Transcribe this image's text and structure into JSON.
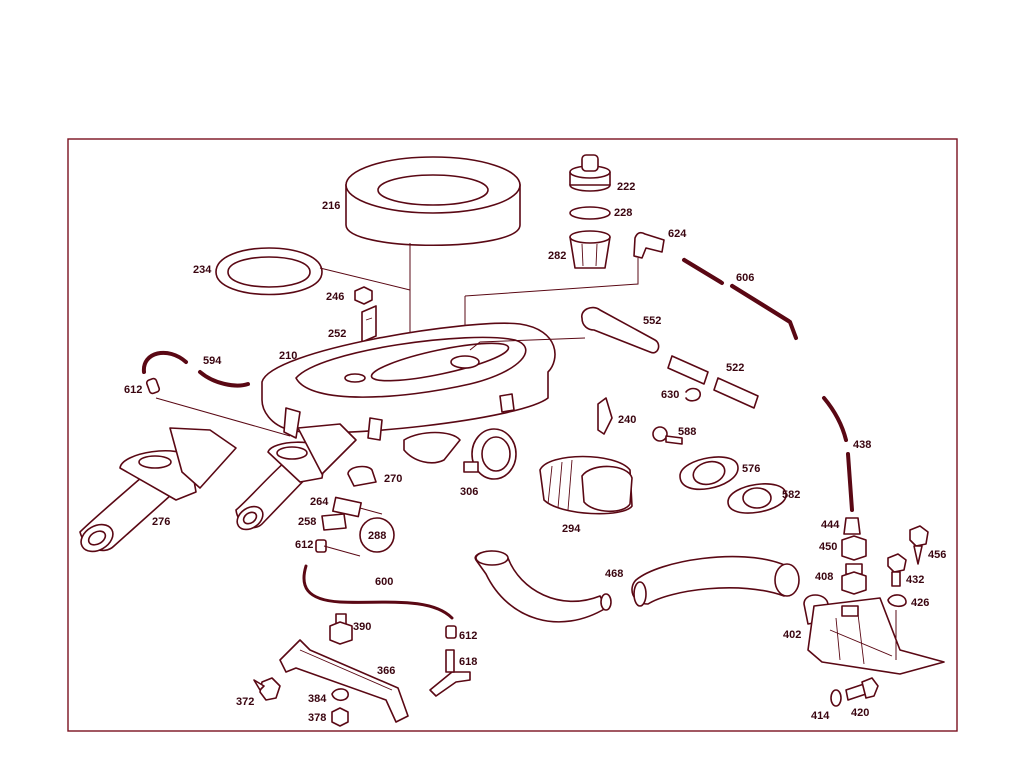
{
  "callouts": {
    "c216": "216",
    "c222": "222",
    "c228": "228",
    "c624": "624",
    "c234": "234",
    "c282": "282",
    "c606": "606",
    "c246": "246",
    "c252": "252",
    "c552": "552",
    "c210": "210",
    "c594": "594",
    "c522": "522",
    "c612a": "612",
    "c630": "630",
    "c240": "240",
    "c588": "588",
    "c438": "438",
    "c576": "576",
    "c582": "582",
    "c270": "270",
    "c306": "306",
    "c276": "276",
    "c294": "294",
    "c264": "264",
    "c258": "258",
    "c288": "288",
    "c612b": "612",
    "c444": "444",
    "c456": "456",
    "c450": "450",
    "c432": "432",
    "c600": "600",
    "c468": "468",
    "c408": "408",
    "c426": "426",
    "c402": "402",
    "c390": "390",
    "c612c": "612",
    "c618": "618",
    "c366": "366",
    "c372": "372",
    "c384": "384",
    "c378": "378",
    "c414": "414",
    "c420": "420"
  },
  "colors": {
    "line": "#5a0814",
    "frame": "#7a1020",
    "text": "#3a0510"
  }
}
